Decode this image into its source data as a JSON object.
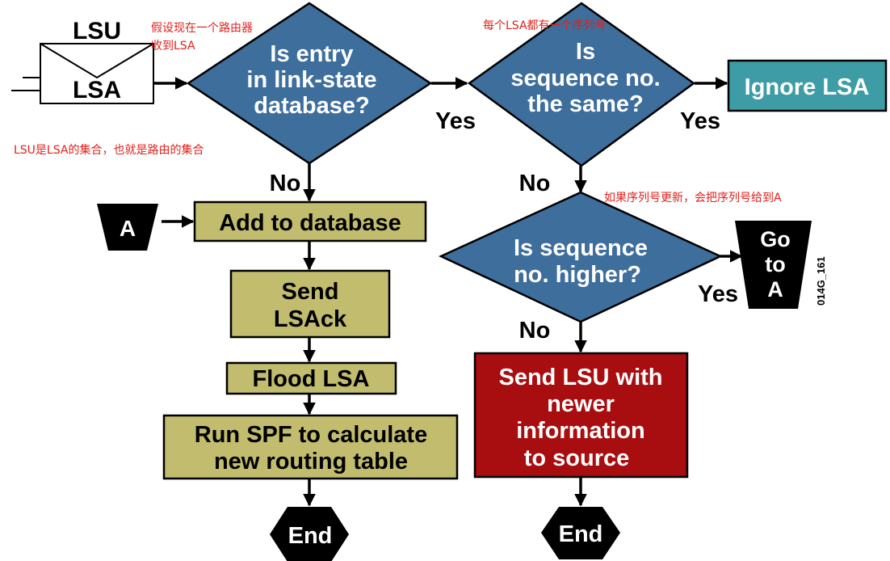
{
  "colors": {
    "diamond": "#3d6e9c",
    "process": "#c2bc6e",
    "ignore": "#3d9ca5",
    "send_lsu": "#a80d0f",
    "annotation": "#e0201b",
    "terminal": "#000000"
  },
  "envelope": {
    "lsu_label": "LSU",
    "lsa_label": "LSA"
  },
  "decisions": {
    "entry_in_db": [
      "Is entry",
      "in link-state",
      "database?"
    ],
    "seq_same": [
      "Is",
      "sequence no.",
      "the same?"
    ],
    "seq_higher": [
      "Is sequence",
      "no. higher?"
    ]
  },
  "branch_labels": {
    "yes_1": "Yes",
    "yes_2": "Yes",
    "yes_3": "Yes",
    "no_1": "No",
    "no_2": "No",
    "no_3": "No"
  },
  "processes": {
    "ignore_lsa": "Ignore LSA",
    "add_db": "Add to database",
    "send_ack": [
      "Send",
      "LSAck"
    ],
    "flood_lsa": "Flood LSA",
    "run_spf": [
      "Run SPF to calculate",
      "new routing table"
    ],
    "send_lsu": [
      "Send LSU with",
      "newer",
      "information",
      "to source"
    ]
  },
  "connectors": {
    "a_in": "A",
    "goto_a": [
      "Go",
      "to",
      "A"
    ]
  },
  "terminals": {
    "end_left": "End",
    "end_right": "End"
  },
  "figure_id": "014G_161",
  "annotations": {
    "router_receives": [
      "假设现在一个路由器",
      "收到LSA"
    ],
    "lsu_is_set": "LSU是LSA的集合，也就是路由的集合",
    "each_has_seq": "每个LSA都有一个序列号",
    "newer_seq": "如果序列号更新，会把序列号给到A"
  }
}
